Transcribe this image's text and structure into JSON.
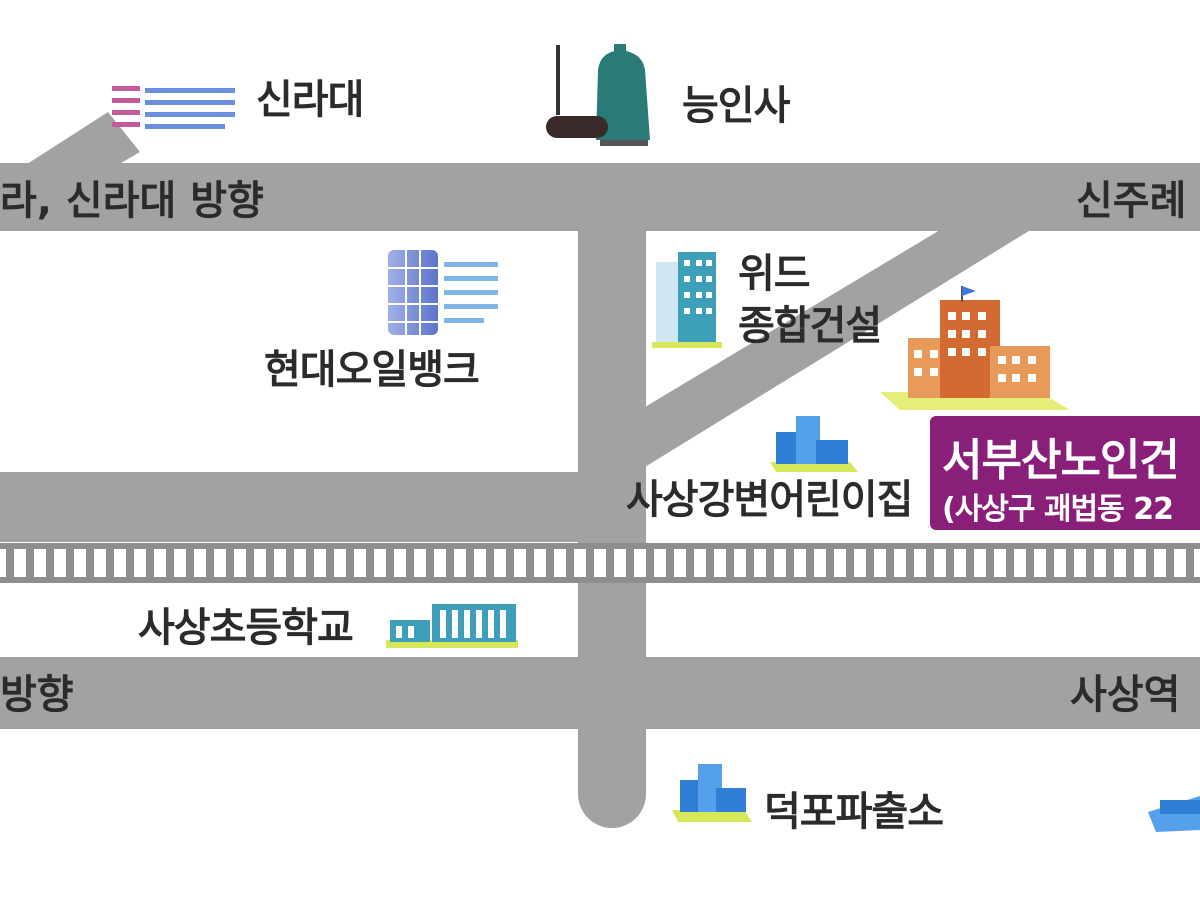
{
  "roads": {
    "upper_west_label": "라, 신라대 방향",
    "upper_east_label": "신주례",
    "lower_west_label": "방향",
    "lower_east_label": "사상역"
  },
  "landmarks": {
    "silla_univ": "신라대",
    "neunginsa": "능인사",
    "hyundai_oilbank": "현대오일뱅크",
    "wide_line1": "위드",
    "wide_line2": "종합건설",
    "daycare": "사상강변어린이집",
    "elementary_school": "사상초등학교",
    "police_box": "덕포파출소"
  },
  "destination": {
    "name": "서부산노인건",
    "address": "(사상구 괘법동 22"
  },
  "colors": {
    "road": "#a2a2a2",
    "railway": "#8e8e8e",
    "callout": "#8a1f7a",
    "text": "#2b2b2b"
  }
}
